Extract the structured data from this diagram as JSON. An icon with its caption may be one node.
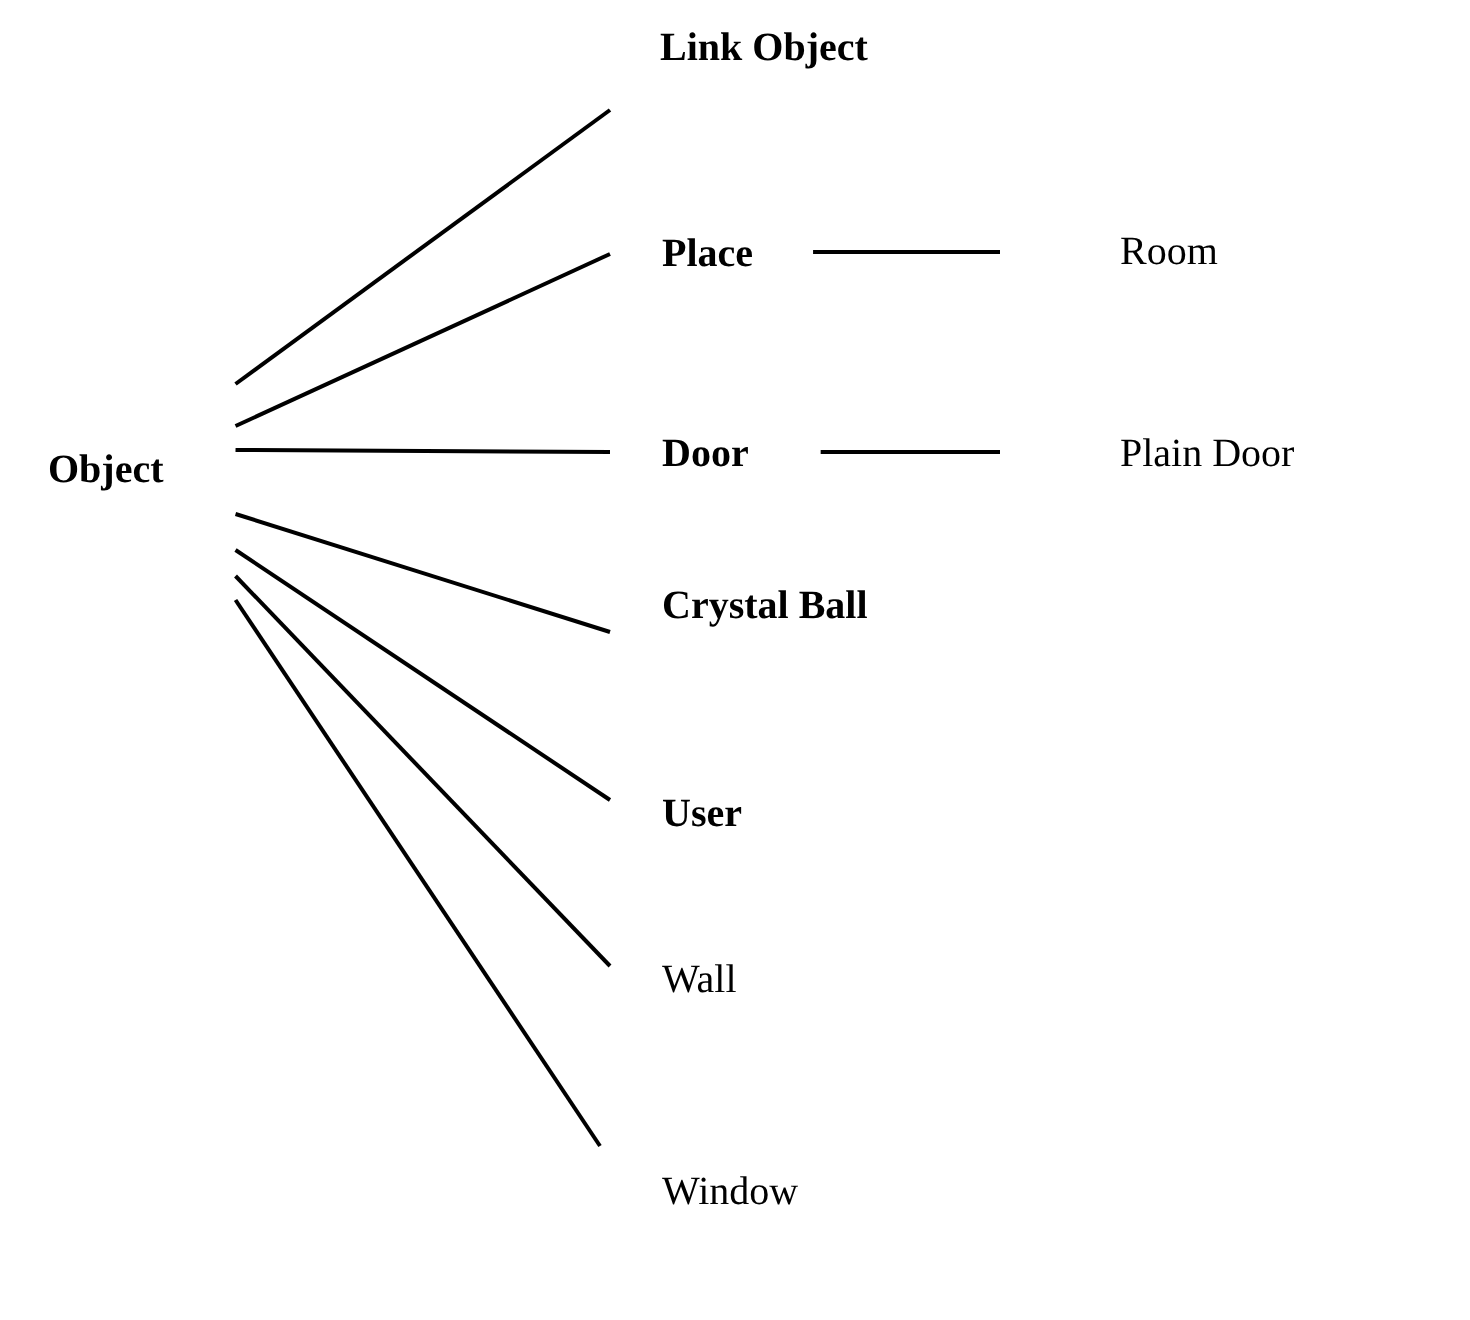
{
  "diagram": {
    "nodes": [
      {
        "text": [
          "Object"
        ]
      },
      {
        "text": [
          "Link Object"
        ]
      },
      {
        "text": [
          "Place"
        ]
      },
      {
        "text": [
          "Room"
        ]
      },
      {
        "text": [
          "Door"
        ]
      },
      {
        "text": [
          "Plain Door"
        ]
      },
      {
        "text": [
          "Crystal Ball"
        ]
      },
      {
        "text": [
          "User"
        ]
      },
      {
        "text": [
          "Wall"
        ]
      },
      {
        "text": [
          "Window"
        ]
      }
    ],
    "edges": [
      {
        "from": 0,
        "to": 1,
        "arrow": "none"
      },
      {
        "from": 0,
        "to": 2,
        "arrow": "none"
      },
      {
        "from": 0,
        "to": 4,
        "arrow": "none"
      },
      {
        "from": 0,
        "to": 6,
        "arrow": "none"
      },
      {
        "from": 0,
        "to": 7,
        "arrow": "none"
      },
      {
        "from": 0,
        "to": 8,
        "arrow": "none"
      },
      {
        "from": 0,
        "to": 9,
        "arrow": "none"
      },
      {
        "from": 2,
        "to": 3,
        "arrow": "none"
      },
      {
        "from": 4,
        "to": 5,
        "arrow": "none"
      }
    ]
  }
}
